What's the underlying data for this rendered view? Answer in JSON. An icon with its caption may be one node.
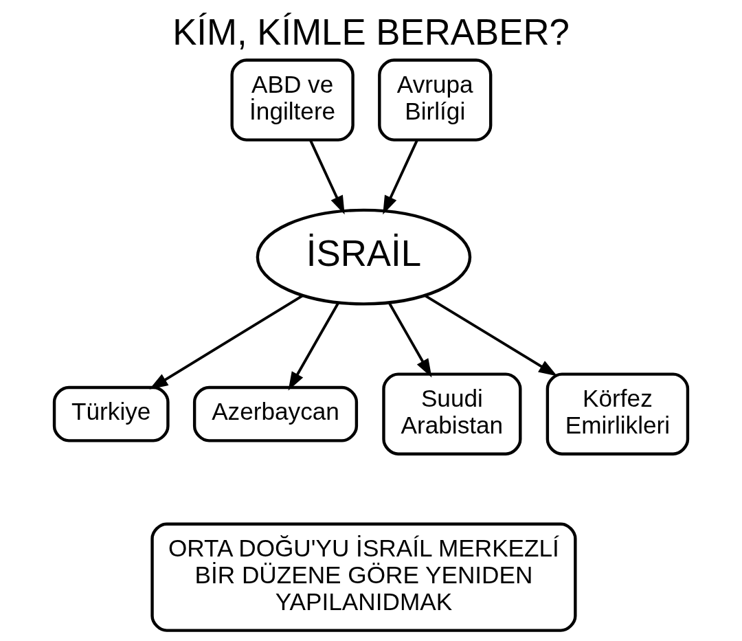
{
  "diagram": {
    "title": "KÍM, KÍMLE BERABER?",
    "nodes": [
      {
        "text": [
          "ABD ve İngiltere"
        ]
      },
      {
        "text": [
          "Avrupa Birlígi"
        ]
      },
      {
        "text": [
          "İSRAİL"
        ]
      },
      {
        "text": [
          "Türkiye"
        ]
      },
      {
        "text": [
          "Azerbaycan"
        ]
      },
      {
        "text": [
          "Suudi Arabistan"
        ]
      },
      {
        "text": [
          "Körfez Emirlikleri"
        ]
      },
      {
        "text": [
          "ORTA DOĞU'YU İSRAÍL MERKEZLÍ BİR DÜZENE GÖRE YENIDEN YAPILANIDMAK"
        ]
      }
    ],
    "edges": [
      {
        "from": 0,
        "to": 2,
        "arrow": "to"
      },
      {
        "from": 1,
        "to": 2,
        "arrow": "to"
      },
      {
        "from": 2,
        "to": 3,
        "arrow": "to"
      },
      {
        "from": 2,
        "to": 4,
        "arrow": "to"
      },
      {
        "from": 2,
        "to": 5,
        "arrow": "to"
      },
      {
        "from": 2,
        "to": 6,
        "arrow": "to"
      }
    ]
  }
}
